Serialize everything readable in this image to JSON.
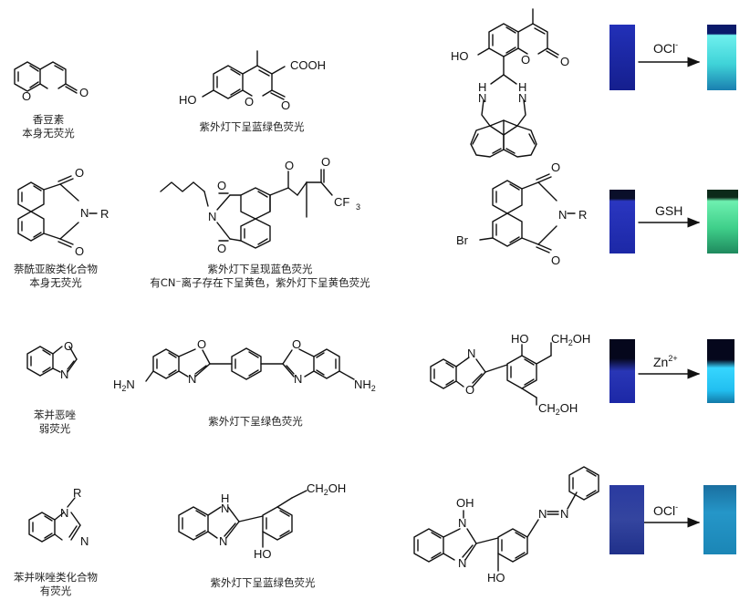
{
  "row1": {
    "coumarin_label": [
      "香豆素",
      "本身无荧光"
    ],
    "carboxy_label": "紫外灯下呈蓝绿色荧光",
    "carboxy_group": "COOH",
    "reagent": "OCl",
    "reagent_sup": "-"
  },
  "row2": {
    "naphthalimide_label": [
      "萘酰亚胺类化合物",
      "本身无荧光"
    ],
    "probe_label": [
      "紫外灯下呈现蓝色荧光",
      "有CN⁻离子存在下呈黄色，紫外灯下呈黄色荧光"
    ],
    "cf3": "CF",
    "cf3_sub": "3",
    "reagent": "GSH"
  },
  "row3": {
    "benzoxazole_label": [
      "苯并恶唑",
      "弱荧光"
    ],
    "bis_label": "紫外灯下呈绿色荧光",
    "reagent": "Zn",
    "reagent_sup": "2+"
  },
  "row4": {
    "benzimidazole_label": [
      "苯并咪唑类化合物",
      "有荧光"
    ],
    "probe_label": "紫外灯下呈蓝绿色荧光",
    "reagent": "OCl",
    "reagent_sup": "-"
  },
  "colors": {
    "vial_before": "#1c28a6",
    "vial_after_row1": "#3fd3d8",
    "vial_after_row2": "#3fcf8a",
    "vial_after_row3": "#22bff0",
    "vial_after_row4": "#2596c8"
  }
}
